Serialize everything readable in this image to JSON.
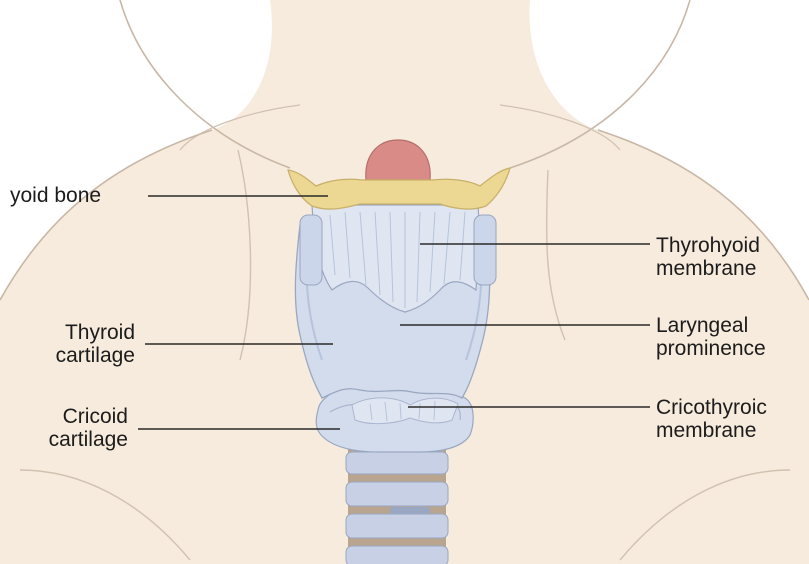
{
  "labels": {
    "hyoid": "yoid bone",
    "thyroid_line1": "Thyroid",
    "thyroid_line2": "cartilage",
    "cricoid_line1": "Cricoid",
    "cricoid_line2": "cartilage",
    "thyrohyoid_line1": "Thyrohyoid",
    "thyrohyoid_line2": "membrane",
    "laryngeal_line1": "Laryngeal",
    "laryngeal_line2": "prominence",
    "cricothyroid_line1": "Cricothyroic",
    "cricothyroid_line2": "membrane"
  },
  "colors": {
    "skin": "#f6ebdd",
    "skin_outline": "#c9b7a6",
    "hyoid": "#ecd893",
    "epiglottis": "#d98b87",
    "cartilage": "#d3dcec",
    "cartilage_shade": "#b6c3dc",
    "trachea_cartilage": "#c7d0e4",
    "trachea_gap": "#b9a48f",
    "leader": "#2a2a2a"
  }
}
